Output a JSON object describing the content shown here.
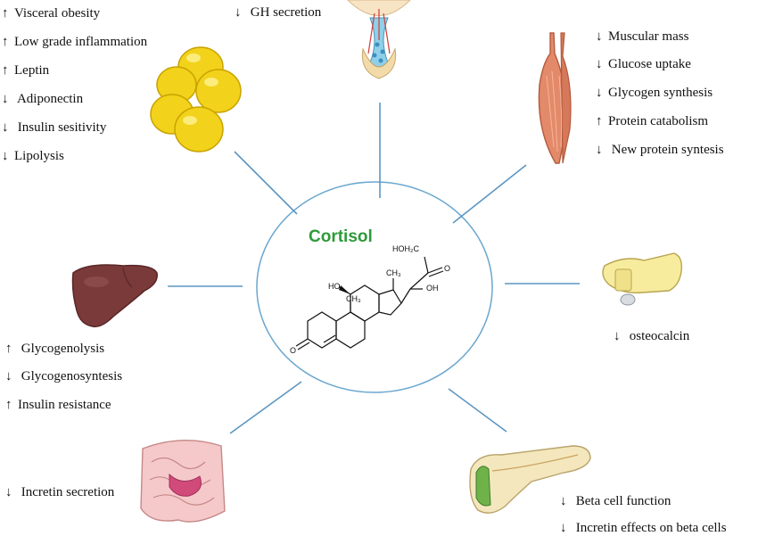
{
  "hub": {
    "title": "Cortisol",
    "labels": {
      "hoch2": "HOH₂C",
      "o": "O",
      "ho": "HO",
      "ch3_top": "CH₃",
      "oh": "OH",
      "ch3_mid": "CH₃",
      "keto_o": "O"
    }
  },
  "colors": {
    "title": "#2e9a3a",
    "ring": "#6aa6cf",
    "spoke": "#5b96c2",
    "fat": "#f2d21a",
    "liver": "#7a3a3a",
    "muscle": "#e38a6a"
  },
  "arrows": {
    "up": "↑",
    "down": "↓"
  },
  "organs": {
    "adipose": {
      "icon": "fat-cells-icon",
      "effects": [
        {
          "dir": "up",
          "text": "Visceral obesity"
        },
        {
          "dir": "up",
          "text": "Low grade inflammation"
        },
        {
          "dir": "up",
          "text": "Leptin"
        },
        {
          "dir": "down",
          "text": "Adiponectin"
        },
        {
          "dir": "down",
          "text": "Insulin sesitivity"
        },
        {
          "dir": "down",
          "text": "Lipolysis"
        }
      ]
    },
    "pituitary": {
      "icon": "pituitary-icon",
      "effects": [
        {
          "dir": "down",
          "text": "GH secretion"
        }
      ]
    },
    "muscle": {
      "icon": "muscle-icon",
      "effects": [
        {
          "dir": "down",
          "text": "Muscular mass"
        },
        {
          "dir": "down",
          "text": "Glucose uptake"
        },
        {
          "dir": "down",
          "text": "Glycogen synthesis"
        },
        {
          "dir": "up",
          "text": "Protein catabolism"
        },
        {
          "dir": "down",
          "text": "New protein syntesis"
        }
      ]
    },
    "liver": {
      "icon": "liver-icon",
      "effects": [
        {
          "dir": "up",
          "text": "Glycogenolysis"
        },
        {
          "dir": "down",
          "text": "Glycogenosyntesis"
        },
        {
          "dir": "up",
          "text": "Insulin resistance"
        }
      ]
    },
    "bone": {
      "icon": "bone-icon",
      "effects": [
        {
          "dir": "down",
          "text": "osteocalcin"
        }
      ]
    },
    "intestine": {
      "icon": "intestine-icon",
      "effects": [
        {
          "dir": "down",
          "text": "Incretin secretion"
        }
      ]
    },
    "pancreas": {
      "icon": "pancreas-icon",
      "effects": [
        {
          "dir": "down",
          "text": "Beta cell function"
        },
        {
          "dir": "down",
          "text": "Incretin effects on beta cells"
        }
      ]
    }
  }
}
